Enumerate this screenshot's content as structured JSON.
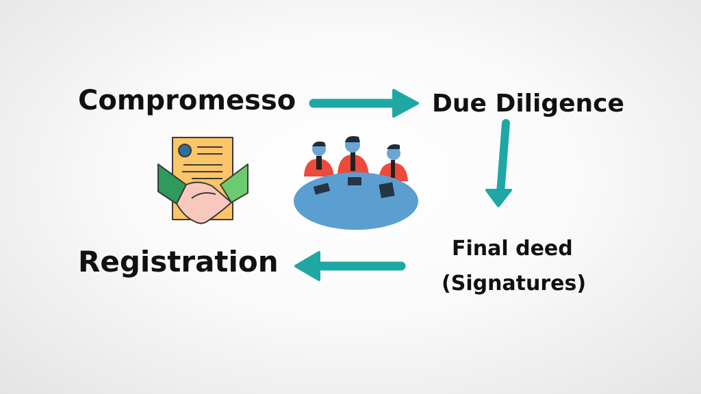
{
  "steps": {
    "compromesso": "Compromesso",
    "due_diligence": "Due Diligence",
    "final_deed_line1": "Final deed",
    "final_deed_line2": "(Signatures)",
    "registration": "Registration"
  },
  "icons": [
    "handshake-contract-icon",
    "meeting-table-icon",
    "arrow-right-icon",
    "arrow-down-icon",
    "arrow-left-icon"
  ],
  "colors": {
    "arrow": "#1fa8a3",
    "text": "#111111",
    "table": "#5b9fd1",
    "shirt": "#ec4a3a",
    "paper": "#fbc568",
    "sleeve_dark": "#2e9a5b",
    "sleeve_light": "#6ccb6e",
    "hand": "#f9c8bd"
  }
}
